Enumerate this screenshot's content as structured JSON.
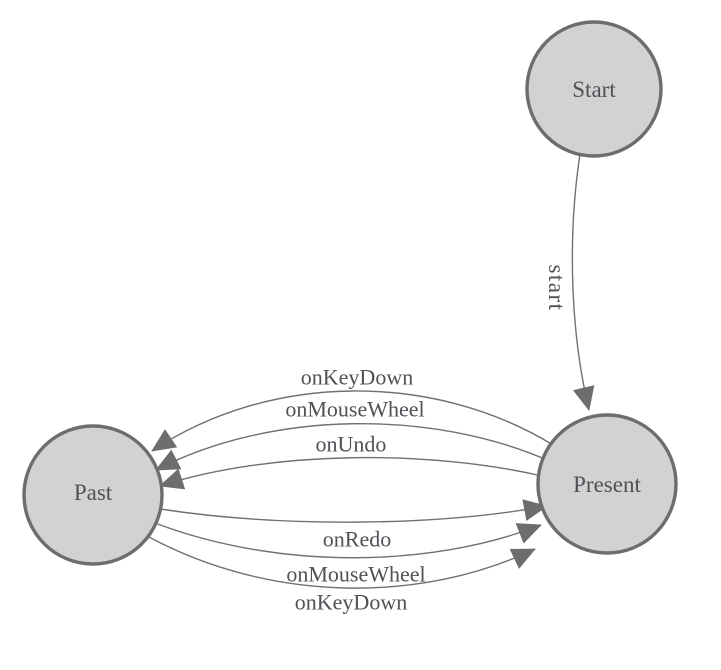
{
  "diagram": {
    "background": "#ffffff",
    "colors": {
      "node_fill": "#d2d2d2",
      "node_border": "#6d6d6d",
      "edge_line": "#717171",
      "arrowhead": "#6d6d6d",
      "label_text": "#4e5156"
    },
    "nodes": [
      {
        "id": "start",
        "label": "Start"
      },
      {
        "id": "present",
        "label": "Present"
      },
      {
        "id": "past",
        "label": "Past"
      }
    ],
    "edges": [
      {
        "from": "start",
        "to": "present",
        "label": "start"
      },
      {
        "from": "present",
        "to": "past",
        "label": "onKeyDown"
      },
      {
        "from": "present",
        "to": "past",
        "label": "onMouseWheel"
      },
      {
        "from": "present",
        "to": "past",
        "label": "onUndo"
      },
      {
        "from": "past",
        "to": "present",
        "label": "onRedo"
      },
      {
        "from": "past",
        "to": "present",
        "label": "onMouseWheel"
      },
      {
        "from": "past",
        "to": "present",
        "label": "onKeyDown"
      }
    ]
  }
}
